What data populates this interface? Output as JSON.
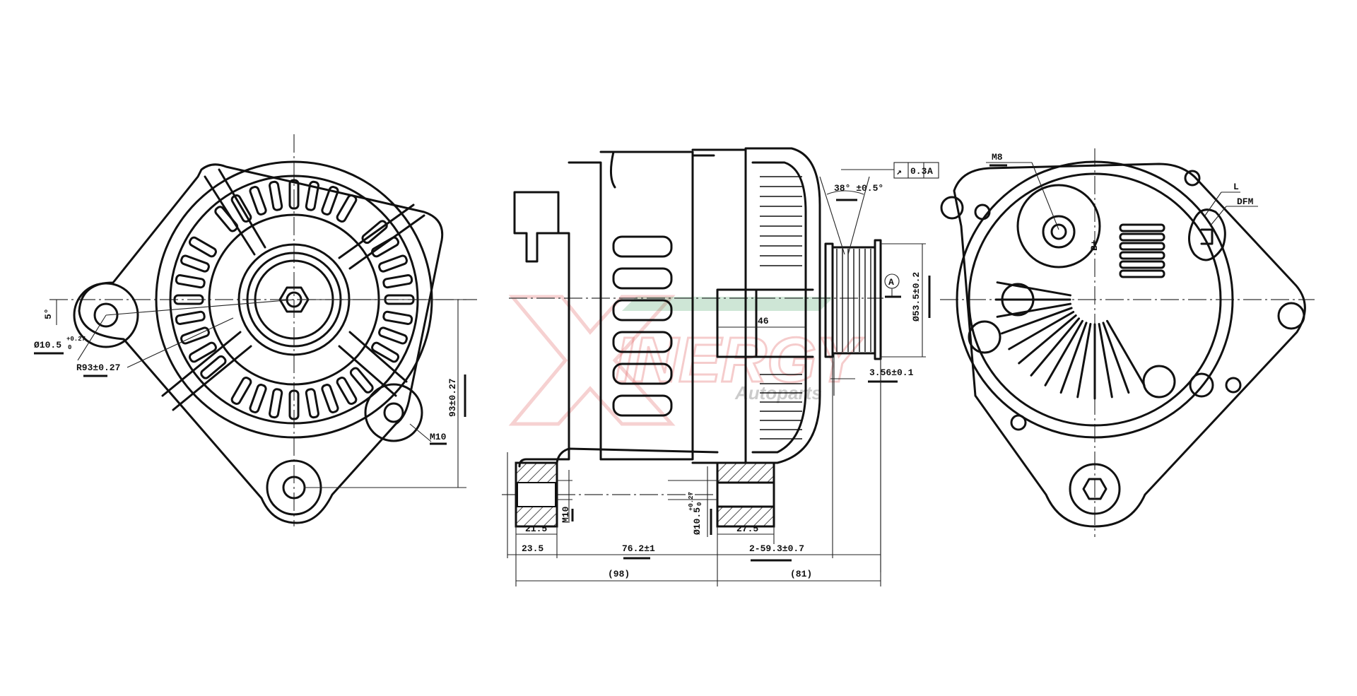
{
  "watermark": {
    "brand": "XINERGY",
    "sub": "Autoparts",
    "color": "#e05a5a",
    "accent": "#3a9a5a"
  },
  "front_view": {
    "angle": "5°",
    "hole_dia": "Ø10.5",
    "hole_tol_upper": "+0.27",
    "hole_tol_lower": "0",
    "radius": "R93±0.27",
    "thread": "M10",
    "height": "93±0.27"
  },
  "side_view": {
    "groove_angle": "38° ±0.5°",
    "runout_symbol": "↗",
    "runout_value": "0.3",
    "runout_datum": "A",
    "datum_label": "A",
    "pulley_dia": "Ø53.5±0.2",
    "length_46": "46",
    "offset": "3.56±0.1",
    "thread": "M10",
    "bore_dia": "Ø10.5",
    "bore_tol_upper": "+0.27",
    "bore_tol_lower": "0",
    "dim_21_5": "21.5",
    "dim_23_5": "23.5",
    "dim_76_2": "76.2±1",
    "dim_27_5": "27.5",
    "dim_59_3": "2-59.3±0.7",
    "dim_98": "(98)",
    "dim_81": "(81)"
  },
  "rear_view": {
    "terminal_thread": "M8",
    "terminal_b": "B+",
    "plug_l": "L",
    "plug_dfm": "DFM"
  }
}
